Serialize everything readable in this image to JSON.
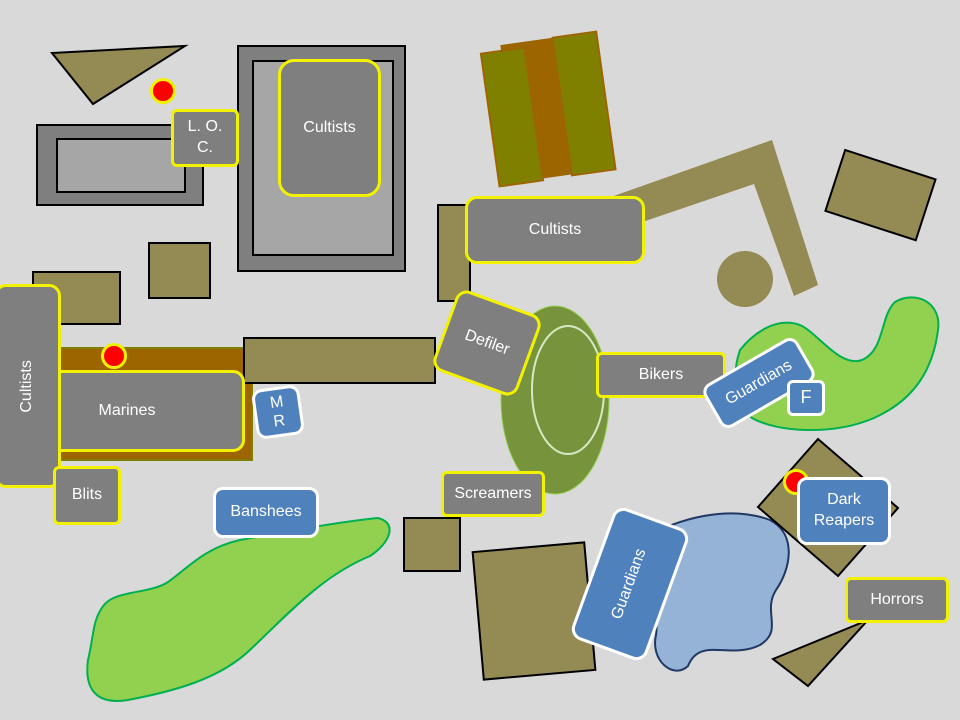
{
  "map": {
    "colors": {
      "background": "#d9d9d9",
      "ruin_terrain": "#948a54",
      "building_outer": "#7f7f7f",
      "building_inner": "#a6a6a6",
      "forest": "#92d050",
      "water": "#95b3d7",
      "hill": "#77933c",
      "crates_orange": "#9c6500",
      "crates_olive": "#808000",
      "chaos_unit": "#7f7f7f",
      "chaos_border": "#f2f200",
      "eldar_unit": "#4f81bd",
      "objective": "#ff0000"
    }
  },
  "units": {
    "loc": "L. O.\nC.",
    "cultists_top": "Cultists",
    "cultists_mid": "Cultists",
    "cultists_left": "Cultists",
    "marines": "Marines",
    "mr": "M\nR",
    "defiler": "Defiler",
    "bikers": "Bikers",
    "guardians_right": "Guardians",
    "f": "F",
    "blits": "Blits",
    "banshees": "Banshees",
    "screamers": "Screamers",
    "dark_reapers": "Dark\nReapers",
    "guardians_bottom": "Guardians",
    "horrors": "Horrors"
  },
  "objectives": [
    "objective-top",
    "objective-left",
    "objective-right"
  ]
}
